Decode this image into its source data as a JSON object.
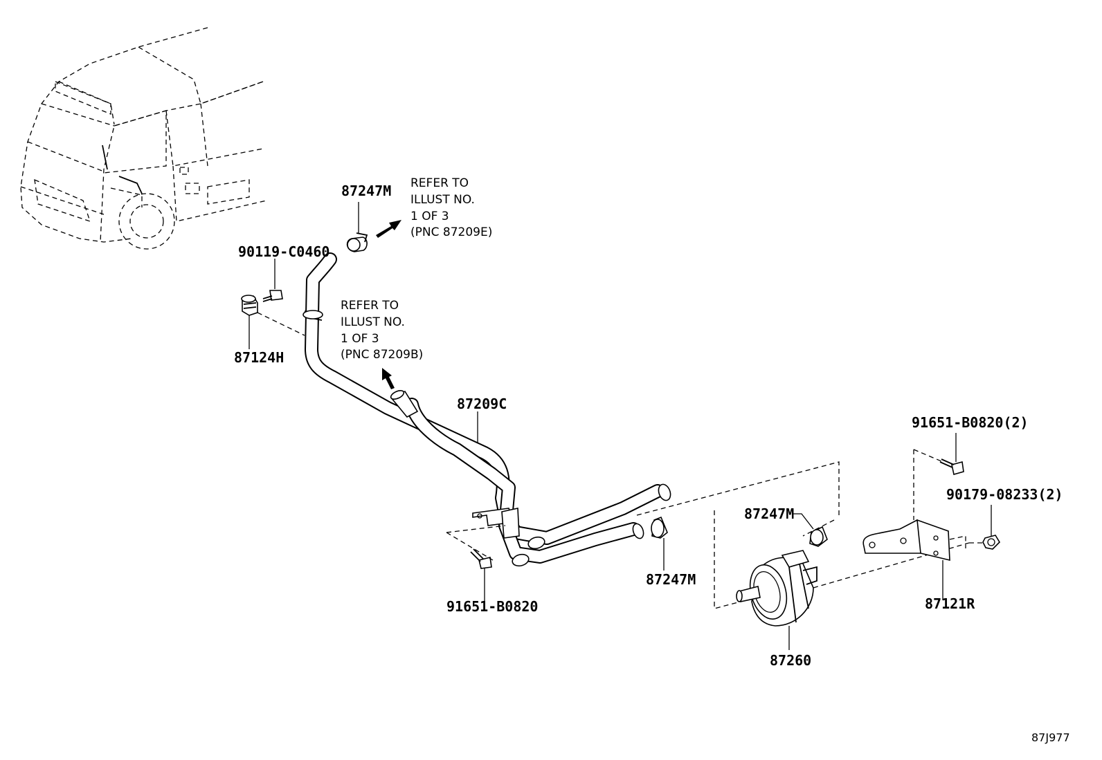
{
  "labels": {
    "clamp_top": "87247M",
    "bolt_top_left": "90119-C0460",
    "mount_left": "87124H",
    "hose_assy": "87209C",
    "bolt_bottom": "91651-B0820",
    "clamp_mid": "87247M",
    "clamp_right": "87247M",
    "pump": "87260",
    "bolt_right": "91651-B0820(2)",
    "nut_right": "90179-08233(2)",
    "bracket_right": "87121R"
  },
  "notes": {
    "note_top": [
      "REFER TO",
      "ILLUST NO.",
      "1 OF 3",
      "(PNC 87209E)"
    ],
    "note_mid": [
      "REFER TO",
      "ILLUST NO.",
      "1 OF 3",
      "(PNC 87209B)"
    ]
  },
  "reference": "87J977"
}
